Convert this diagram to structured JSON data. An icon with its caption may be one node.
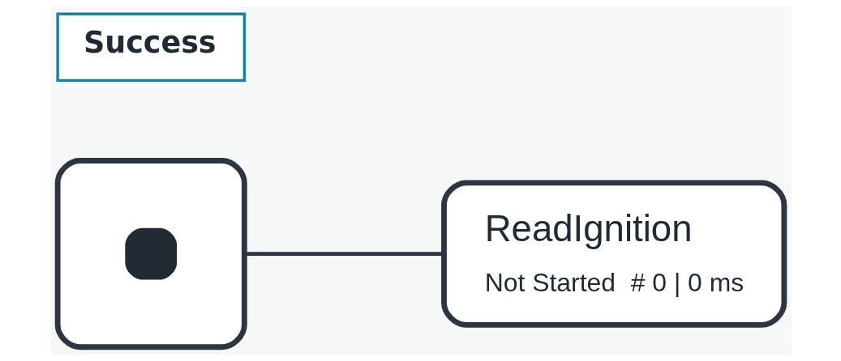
{
  "diagram": {
    "nodes": [
      {
        "text": [],
        "shape": "box"
      },
      {
        "text": [
          "ReadIgnition",
          "Not Started",
          "# 0 | 0 ms"
        ]
      },
      {
        "text": [
          "Success"
        ]
      }
    ],
    "edges": [
      {
        "from": 0,
        "to": 1,
        "arrow": "none"
      }
    ]
  }
}
